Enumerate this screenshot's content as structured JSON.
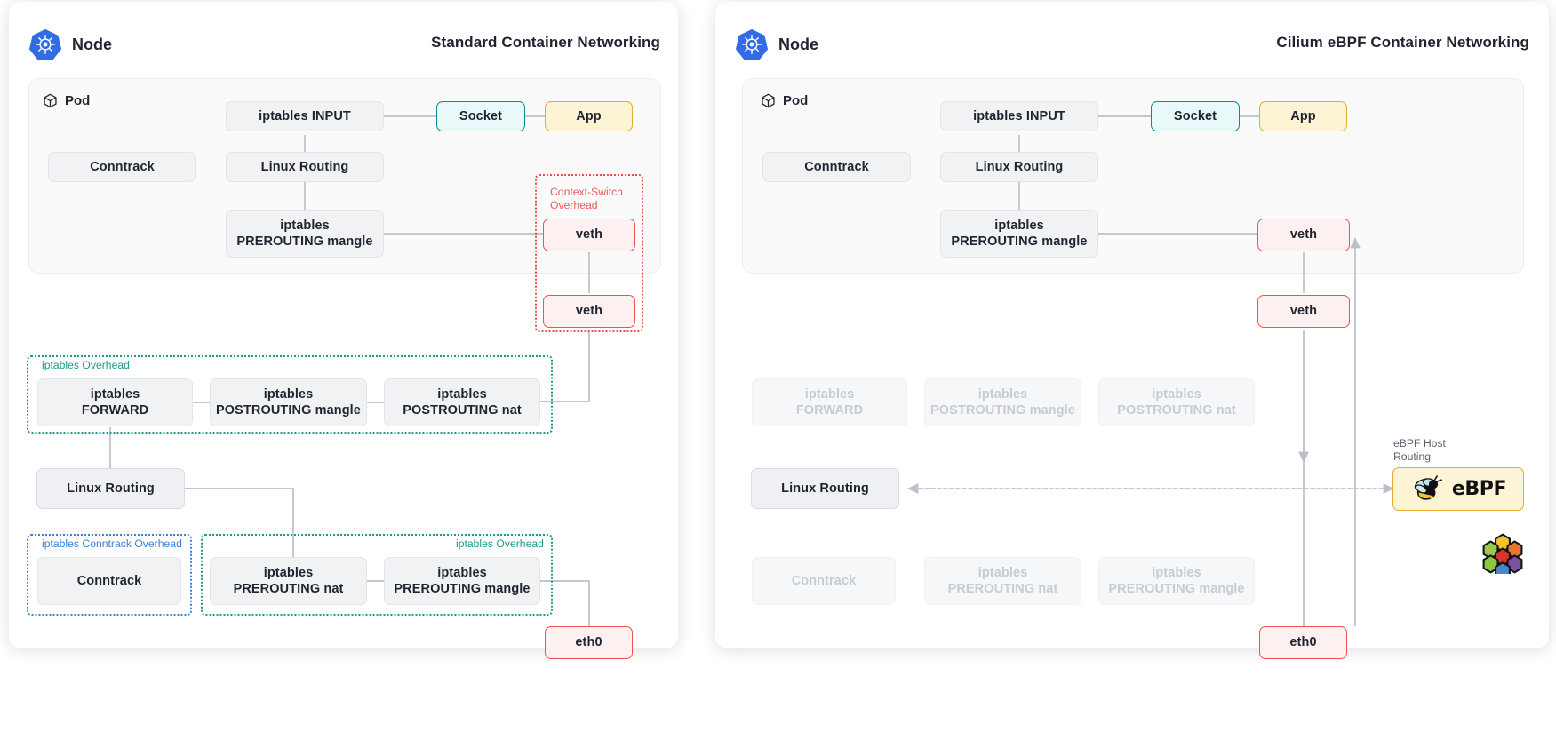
{
  "colors": {
    "k8s_blue": "#326ce5",
    "red_accent": "#ef5350",
    "teal_accent": "#0c8c8c",
    "amber_accent": "#e5ab2e",
    "green_group": "#1a9b8a",
    "blue_group": "#3b82d6",
    "red_group": "#ee4d4d",
    "box_grey": "#f1f2f4",
    "faded_text": "#c6cbd4",
    "link_grey": "#c2c8d0"
  },
  "panels": [
    {
      "id": "standard",
      "title": "Standard Container Networking",
      "node_label": "Node",
      "node_icon": "kubernetes-icon",
      "pod_label": "Pod",
      "pod_icon": "cube-icon",
      "nodes": [
        {
          "key": "iptables_input",
          "label": "iptables INPUT",
          "style": "grey"
        },
        {
          "key": "socket",
          "label": "Socket",
          "style": "teal"
        },
        {
          "key": "app",
          "label": "App",
          "style": "amber"
        },
        {
          "key": "conntrack_pod",
          "label": "Conntrack",
          "style": "grey"
        },
        {
          "key": "linux_routing_pod",
          "label": "Linux Routing",
          "style": "grey"
        },
        {
          "key": "iptables_prerouting_mangle_pod",
          "label": "iptables\nPREROUTING mangle",
          "style": "grey"
        },
        {
          "key": "veth_top",
          "label": "veth",
          "style": "red"
        },
        {
          "key": "veth_bottom",
          "label": "veth",
          "style": "red"
        },
        {
          "key": "iptables_forward",
          "label": "iptables\nFORWARD",
          "style": "grey"
        },
        {
          "key": "iptables_postrouting_mangle",
          "label": "iptables\nPOSTROUTING mangle",
          "style": "grey"
        },
        {
          "key": "iptables_postrouting_nat",
          "label": "iptables\nPOSTROUTING nat",
          "style": "grey"
        },
        {
          "key": "linux_routing_host",
          "label": "Linux Routing",
          "style": "grey2"
        },
        {
          "key": "conntrack_host",
          "label": "Conntrack",
          "style": "grey"
        },
        {
          "key": "iptables_prerouting_nat",
          "label": "iptables\nPREROUTING nat",
          "style": "grey"
        },
        {
          "key": "iptables_prerouting_mangle_host",
          "label": "iptables\nPREROUTING mangle",
          "style": "grey"
        },
        {
          "key": "eth0",
          "label": "eth0",
          "style": "red"
        }
      ],
      "groups": [
        {
          "key": "context_switch",
          "label": "Context-Switch\nOverhead",
          "color": "red"
        },
        {
          "key": "iptables_overhead_fwd",
          "label": "iptables Overhead",
          "color": "green"
        },
        {
          "key": "iptables_conntrack_overhead",
          "label": "iptables Conntrack Overhead",
          "color": "blue"
        },
        {
          "key": "iptables_overhead_pre",
          "label": "iptables Overhead",
          "color": "green"
        }
      ]
    },
    {
      "id": "cilium",
      "title": "Cilium eBPF Container Networking",
      "node_label": "Node",
      "node_icon": "kubernetes-icon",
      "pod_label": "Pod",
      "pod_icon": "cube-icon",
      "nodes": [
        {
          "key": "iptables_input",
          "label": "iptables INPUT",
          "style": "grey"
        },
        {
          "key": "socket",
          "label": "Socket",
          "style": "teal"
        },
        {
          "key": "app",
          "label": "App",
          "style": "amber"
        },
        {
          "key": "conntrack_pod",
          "label": "Conntrack",
          "style": "grey"
        },
        {
          "key": "linux_routing_pod",
          "label": "Linux Routing",
          "style": "grey"
        },
        {
          "key": "iptables_prerouting_mangle_pod",
          "label": "iptables\nPREROUTING mangle",
          "style": "grey"
        },
        {
          "key": "veth_top",
          "label": "veth",
          "style": "red"
        },
        {
          "key": "veth_bottom",
          "label": "veth",
          "style": "red"
        },
        {
          "key": "iptables_forward",
          "label": "iptables\nFORWARD",
          "style": "faded"
        },
        {
          "key": "iptables_postrouting_mangle",
          "label": "iptables\nPOSTROUTING mangle",
          "style": "faded"
        },
        {
          "key": "iptables_postrouting_nat",
          "label": "iptables\nPOSTROUTING nat",
          "style": "faded"
        },
        {
          "key": "linux_routing_host",
          "label": "Linux Routing",
          "style": "grey2"
        },
        {
          "key": "ebpf",
          "label": "eBPF",
          "style": "ebpf",
          "icon": "bee-icon"
        },
        {
          "key": "conntrack_host",
          "label": "Conntrack",
          "style": "faded"
        },
        {
          "key": "iptables_prerouting_nat",
          "label": "iptables\nPREROUTING nat",
          "style": "faded"
        },
        {
          "key": "iptables_prerouting_mangle_host",
          "label": "iptables\nPREROUTING mangle",
          "style": "faded"
        },
        {
          "key": "eth0",
          "label": "eth0",
          "style": "red"
        }
      ],
      "groups": [
        {
          "key": "ebpf_host_routing",
          "label": "eBPF Host\nRouting",
          "color": "grey"
        }
      ],
      "logo": {
        "key": "cilium-logo",
        "name": "cilium-hexagons-icon"
      }
    }
  ]
}
